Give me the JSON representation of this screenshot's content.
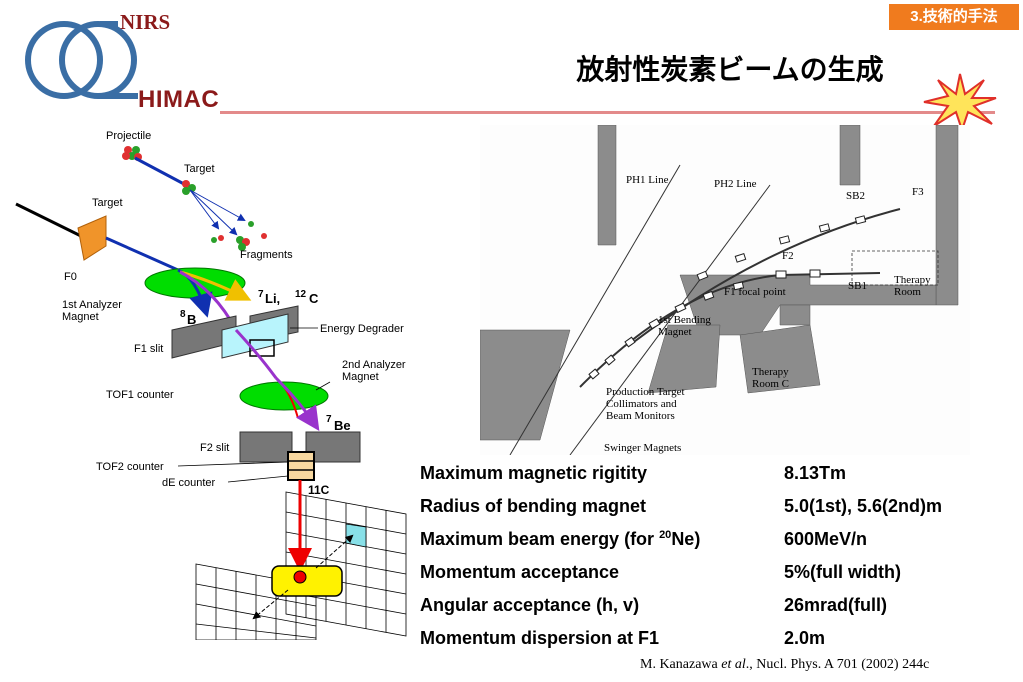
{
  "header": {
    "logo_top": "NIRS",
    "logo_bottom": "HIMAC",
    "section_tag": "3.技術的手法",
    "title": "放射性炭素ビームの生成"
  },
  "diagram": {
    "projectile": "Projectile",
    "target_upper": "Target",
    "target_left": "Target",
    "fragments": "Fragments",
    "f0": "F0",
    "analyzer1": [
      "1st Analyzer",
      "Magnet"
    ],
    "li7": "7",
    "li7_el": "Li,",
    "c12": "12",
    "c12_el": "C",
    "b8": "8",
    "b8_el": "B",
    "energy_degrader": "Energy  Degrader",
    "f1_slit": "F1 slit",
    "analyzer2": [
      "2nd Analyzer",
      "Magnet"
    ],
    "tof1": "TOF1  counter",
    "be7": "7",
    "be7_el": "Be",
    "f2_slit": "F2 slit",
    "tof2": "TOF2  counter",
    "de_counter": "dE  counter",
    "c11": "11C"
  },
  "photo": {
    "ph1_line": "PH1 Line",
    "ph2_line": "PH2 Line",
    "sb2": "SB2",
    "f3": "F3",
    "f2": "F2",
    "sb1": "SB1",
    "therapy_room": [
      "Therapy",
      "Room"
    ],
    "f1_focal": "F1 focal point",
    "bending": [
      "1st Bending",
      "Magnet"
    ],
    "therapy_room_c": [
      "Therapy",
      "Room C"
    ],
    "production": [
      "Production Target",
      "Collimators and",
      "Beam Monitors"
    ],
    "swinger": "Swinger Magnets"
  },
  "specs": [
    {
      "name": "Maximum magnetic rigitity",
      "value": "8.13Tm"
    },
    {
      "name": "Radius of bending magnet",
      "value": "5.0(1st), 5.6(2nd)m"
    },
    {
      "name_prefix": "Maximum beam energy (for ",
      "name_sup": "20",
      "name_suffix": "Ne)",
      "value": "600MeV/n"
    },
    {
      "name": "Momentum acceptance",
      "value": "5%(full width)"
    },
    {
      "name": "Angular acceptance (h, v)",
      "value": "26mrad(full)"
    },
    {
      "name": "Momentum dispersion at F1",
      "value": "2.0m"
    }
  ],
  "citation": {
    "author": "M. Kanazawa ",
    "etal": "et al",
    "rest": "., Nucl. Phys. A 701 (2002) 244c"
  },
  "colors": {
    "brand_red": "#8b1a1a",
    "logo_blue": "#3a6ea5",
    "tag_orange": "#f07b1e",
    "magnet_green": "#00dd00",
    "beam_blue": "#1030b0",
    "beam_purple": "#9933cc",
    "beam_red": "#ee0000"
  }
}
